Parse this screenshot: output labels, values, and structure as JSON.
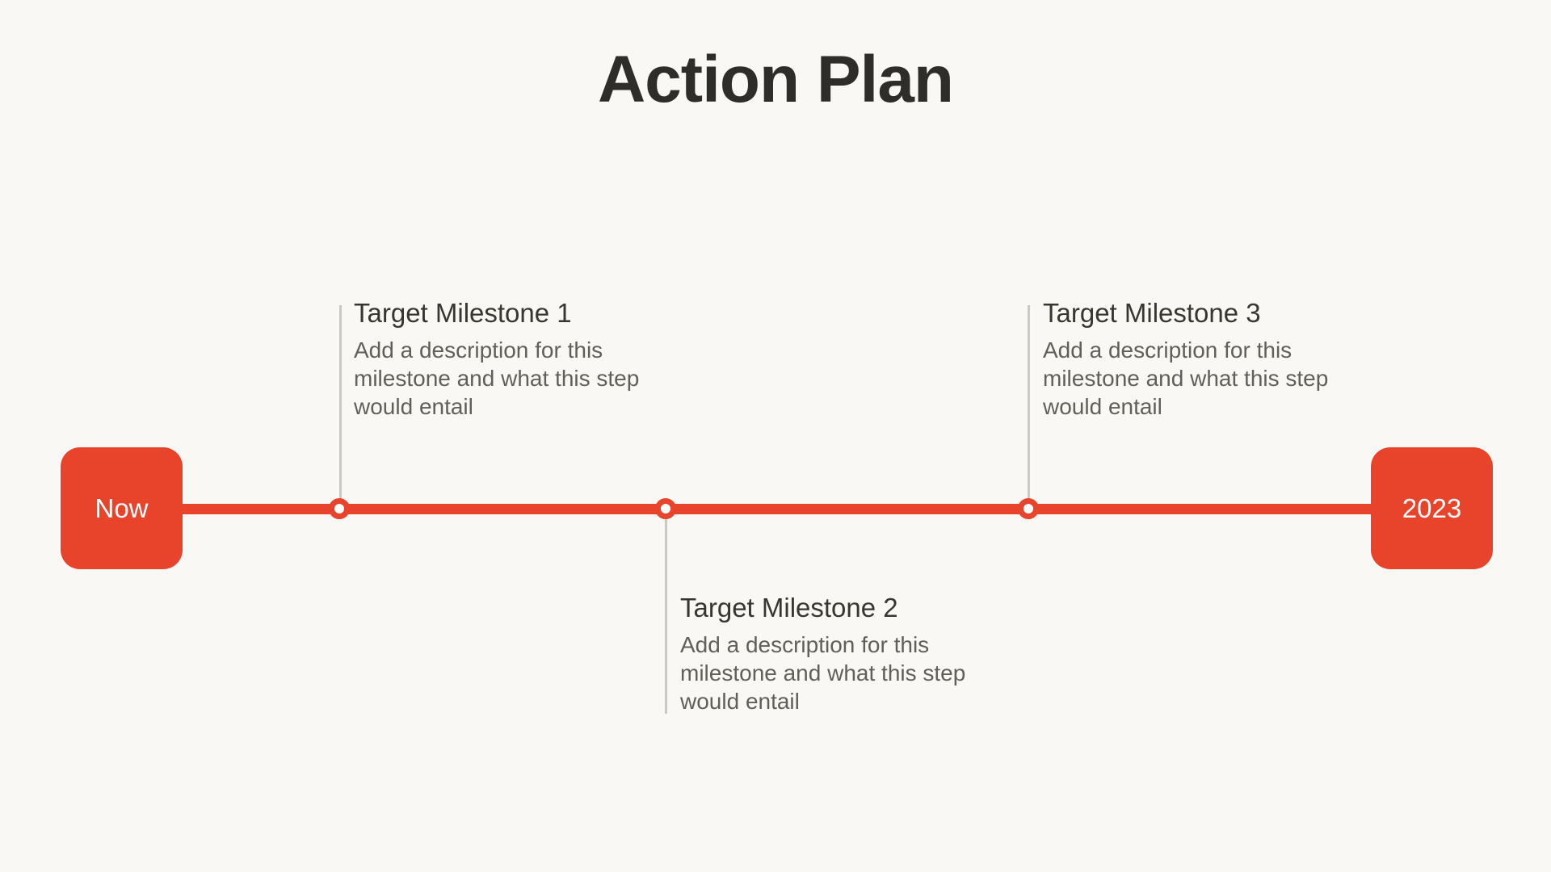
{
  "slide_title": "Action Plan",
  "colors": {
    "accent_red": "#E8432B",
    "background": "#F9F8F5",
    "title_text": "#2E2D29",
    "milestone_title_text": "#38362F",
    "description_text": "#615F58",
    "connector_gray": "#C9C8C4",
    "badge_label_text": "#FFFFFF"
  },
  "timeline": {
    "start": {
      "label": "Now"
    },
    "end": {
      "label": "2023"
    },
    "milestones": [
      {
        "title": "Target Milestone 1",
        "description": "Add a description for this milestone and what this step would entail",
        "placement": "above"
      },
      {
        "title": "Target Milestone 2",
        "description": "Add a description for this milestone and what this step would entail",
        "placement": "below"
      },
      {
        "title": "Target Milestone 3",
        "description": "Add a description for this milestone and what this step would entail",
        "placement": "above"
      }
    ]
  }
}
